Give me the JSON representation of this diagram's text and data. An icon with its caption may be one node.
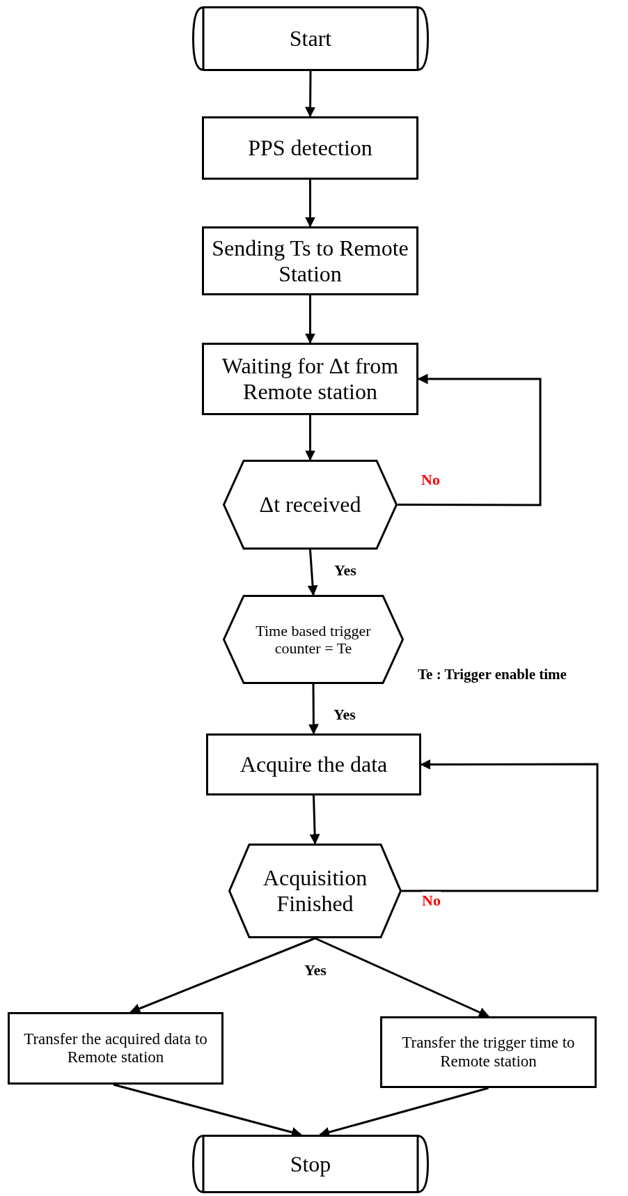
{
  "diagram": {
    "nodes": [
      {
        "text": [
          "Start"
        ]
      },
      {
        "text": [
          "PPS detection"
        ]
      },
      {
        "text": [
          "Sending Ts to Remote Station"
        ]
      },
      {
        "text": [
          "Waiting for Δt from Remote station"
        ]
      },
      {
        "text": [
          "Δt received"
        ]
      },
      {
        "text": [
          "Time based trigger counter = Te"
        ]
      },
      {
        "text": [
          "Acquire the data"
        ]
      },
      {
        "text": [
          "Acquisition Finished"
        ]
      },
      {
        "text": [
          "Transfer the acquired data to Remote station"
        ]
      },
      {
        "text": [
          "Transfer the trigger time to Remote station"
        ]
      },
      {
        "text": [
          "Stop"
        ]
      }
    ],
    "edges": [
      {
        "from": 0,
        "to": 1,
        "arrow": "to"
      },
      {
        "from": 1,
        "to": 2,
        "arrow": "to"
      },
      {
        "from": 2,
        "to": 3,
        "arrow": "to"
      },
      {
        "from": 3,
        "to": 4,
        "arrow": "to"
      },
      {
        "from": 4,
        "to": 3,
        "arrow": "to",
        "label": "No"
      },
      {
        "from": 4,
        "to": 5,
        "arrow": "to",
        "label": "Yes"
      },
      {
        "from": 5,
        "to": 6,
        "arrow": "to",
        "label": "Yes"
      },
      {
        "from": 6,
        "to": 7,
        "arrow": "to"
      },
      {
        "from": 7,
        "to": 6,
        "arrow": "to",
        "label": "No"
      },
      {
        "from": 7,
        "to": 8,
        "arrow": "to",
        "label": "Yes"
      },
      {
        "from": 7,
        "to": 9,
        "arrow": "to"
      },
      {
        "from": 8,
        "to": 10,
        "arrow": "to"
      },
      {
        "from": 9,
        "to": 10,
        "arrow": "to"
      }
    ],
    "labels": [
      "Te : Trigger enable time"
    ]
  }
}
